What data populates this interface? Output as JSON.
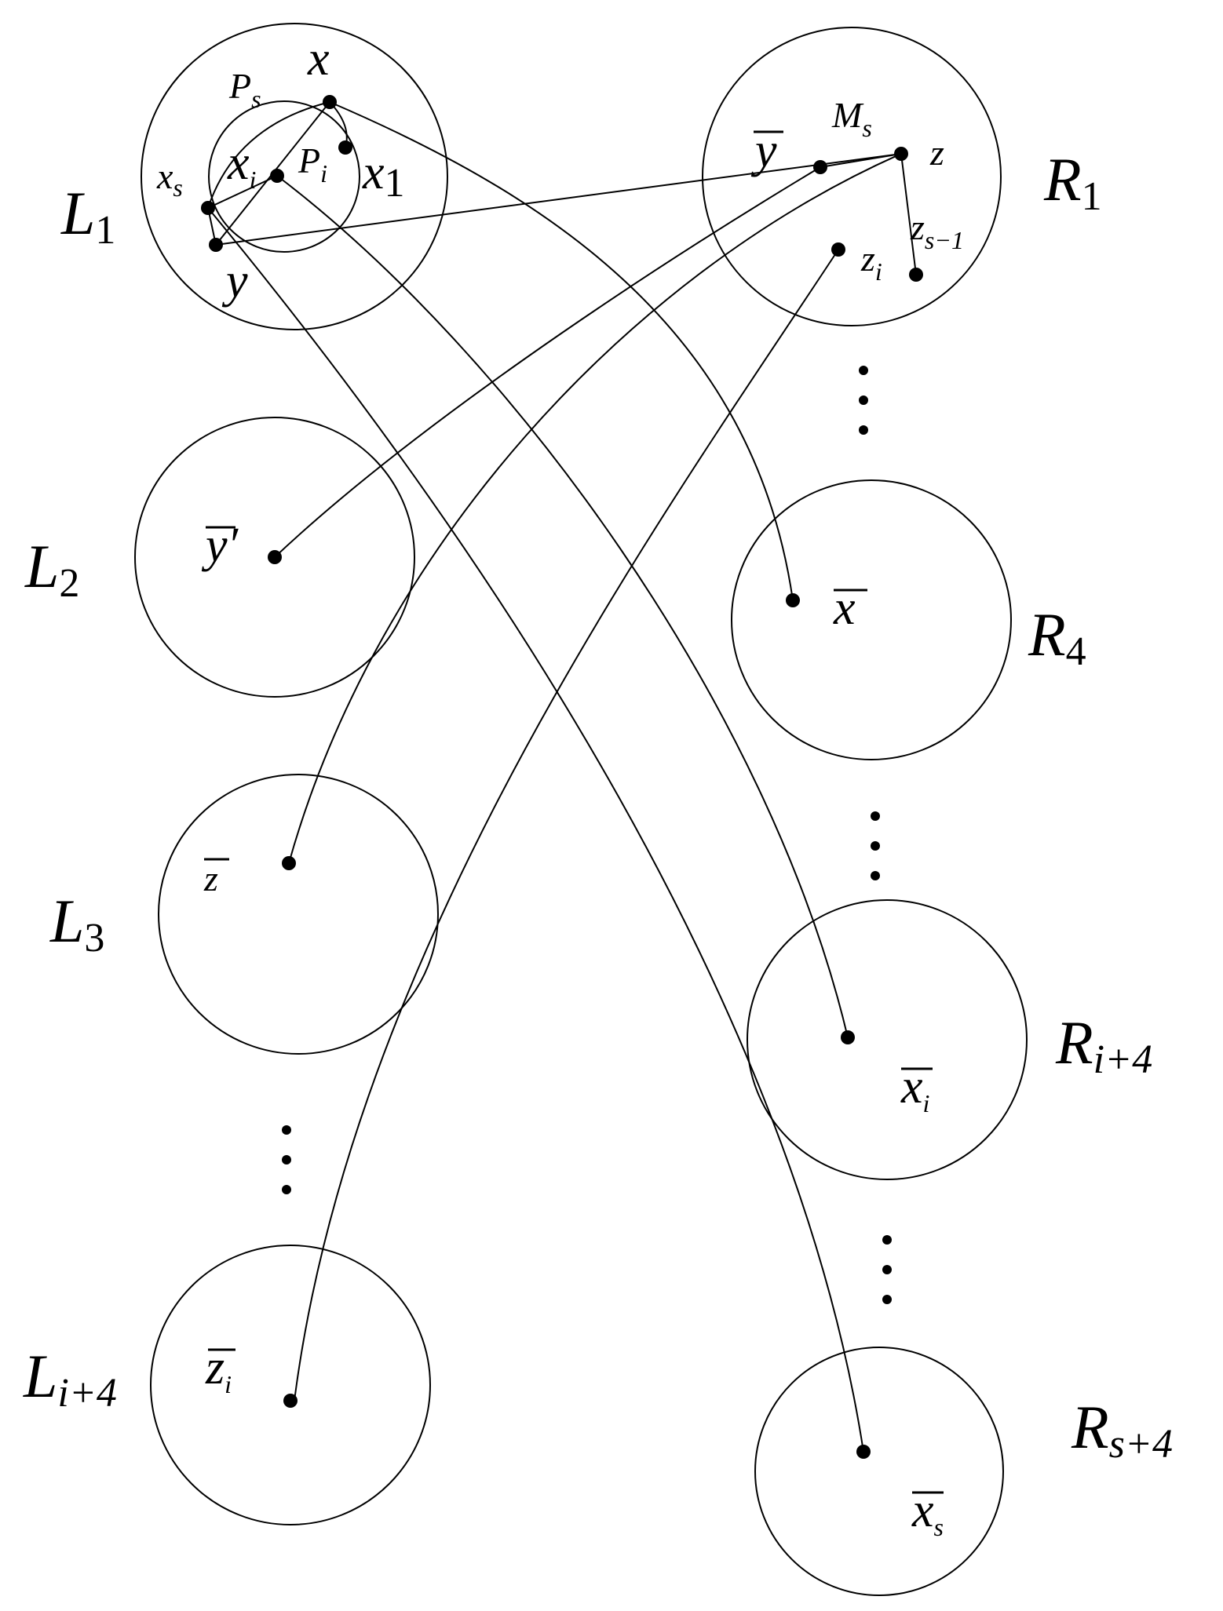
{
  "left_parts": [
    {
      "id": "L1",
      "letter": "L",
      "index": "1"
    },
    {
      "id": "L2",
      "letter": "L",
      "index": "2"
    },
    {
      "id": "L3",
      "letter": "L",
      "index": "3"
    },
    {
      "id": "Li4",
      "letter": "L",
      "index": "i+4"
    }
  ],
  "right_parts": [
    {
      "id": "R1",
      "letter": "R",
      "index": "1"
    },
    {
      "id": "R4",
      "letter": "R",
      "index": "4"
    },
    {
      "id": "Ri4",
      "letter": "R",
      "index": "i+4"
    },
    {
      "id": "Rs4",
      "letter": "R",
      "index": "s+4"
    }
  ],
  "vertex_labels": {
    "x": "x",
    "x1": {
      "base": "x",
      "sub": "1"
    },
    "xi": {
      "base": "x",
      "sub": "i"
    },
    "xs": {
      "base": "x",
      "sub": "s"
    },
    "y": "y",
    "Ps": {
      "base": "P",
      "sub": "s"
    },
    "Pi": {
      "base": "P",
      "sub": "i"
    },
    "ybar": "y",
    "Ms": {
      "base": "M",
      "sub": "s"
    },
    "z": "z",
    "zi": {
      "base": "z",
      "sub": "i"
    },
    "zs1": {
      "base": "z",
      "sub": "s−1"
    },
    "yprime": "y′",
    "xbar": "x",
    "zbar": "z",
    "xibar": {
      "base": "x",
      "sub": "i"
    },
    "zibar": {
      "base": "z",
      "sub": "i"
    },
    "xsbar": {
      "base": "x",
      "sub": "s"
    }
  }
}
